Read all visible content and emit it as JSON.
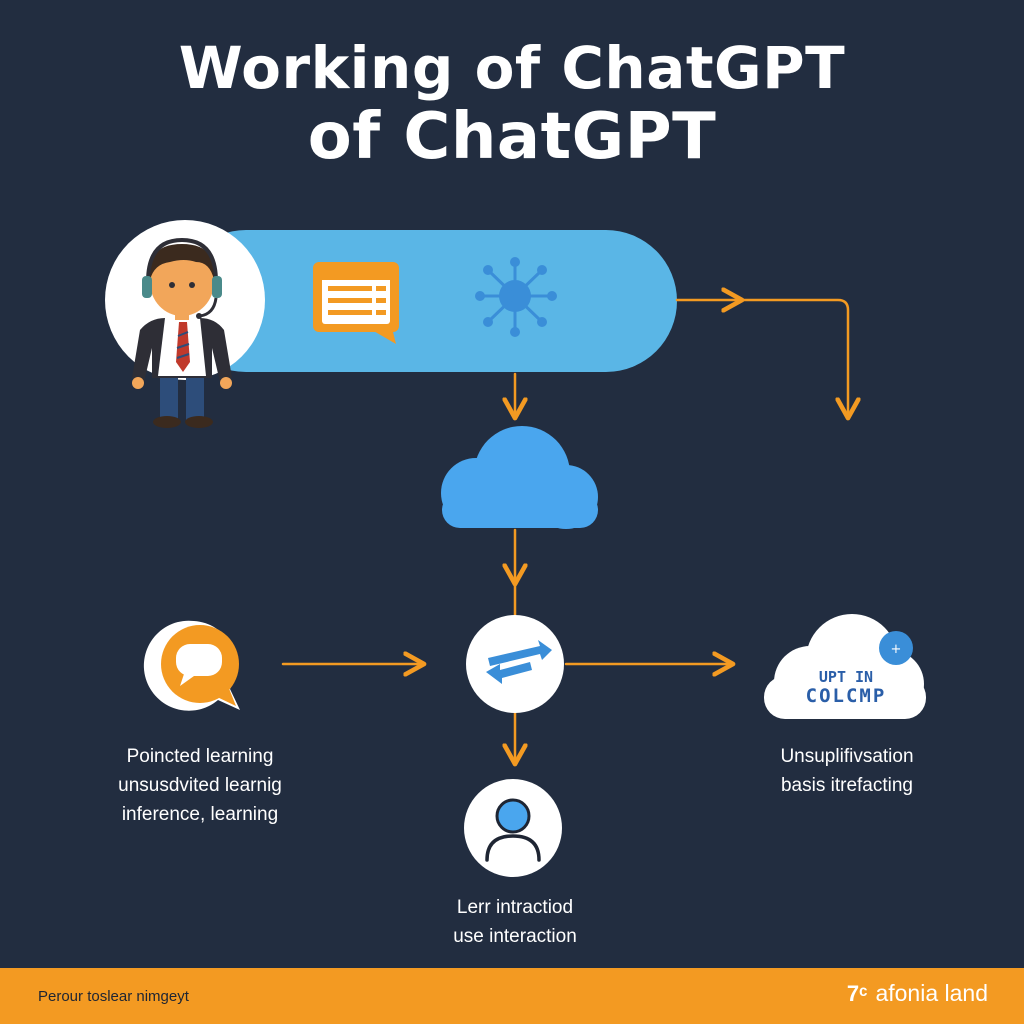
{
  "title": {
    "line1": "Working of ChatGPT",
    "line2": "of ChatGPT"
  },
  "icons": {
    "person": "support-agent-icon",
    "chat_window": "chat-window-icon",
    "network": "neural-network-icon",
    "cloud": "cloud-icon",
    "speech": "speech-bubble-icon",
    "hub": "swap-arrows-icon",
    "user": "user-icon",
    "cloud_badge": "plus-badge-icon"
  },
  "cloud_right": {
    "line1": "UPT IN",
    "line2": "COLCMP"
  },
  "labels": {
    "left": [
      "Poincted learning",
      "unsusdvited learnig",
      "inference, learning"
    ],
    "right": [
      "Unsuplifivsation",
      "basis itrefacting"
    ],
    "bottom": [
      "Lerr intractiod",
      "use interaction"
    ]
  },
  "footer": {
    "text": "Perour toslear nimgeyt",
    "brand": "afonia land",
    "brand_mark": "7ᶜ"
  },
  "colors": {
    "background": "#222d40",
    "accent_orange": "#f39a22",
    "accent_blue": "#5ab6e6",
    "cloud_blue": "#4aa6ee",
    "white": "#ffffff"
  }
}
